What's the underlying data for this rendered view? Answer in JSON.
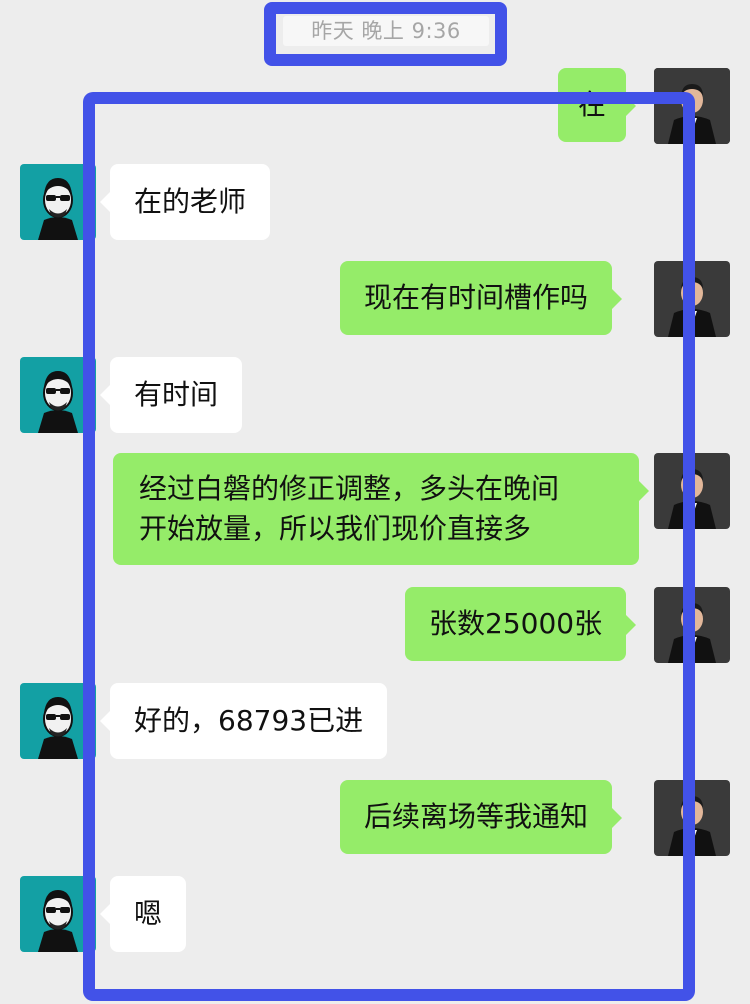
{
  "chat": {
    "timestamp": "昨天 晚上 9:36",
    "messages": [
      {
        "side": "out",
        "text": "在"
      },
      {
        "side": "in",
        "text": "在的老师"
      },
      {
        "side": "out",
        "text": "现在有时间槽作吗"
      },
      {
        "side": "in",
        "text": "有时间"
      },
      {
        "side": "out",
        "lines": [
          "经过白磐的修正调整，多头在晚间",
          "开始放量，所以我们现价直接多"
        ]
      },
      {
        "side": "out",
        "text": "张数25000张"
      },
      {
        "side": "in",
        "text": "好的，68793已进"
      },
      {
        "side": "out",
        "text": "后续离场等我通知"
      },
      {
        "side": "in",
        "text": "嗯"
      }
    ]
  },
  "colors": {
    "background": "#ededed",
    "incoming_bubble": "#ffffff",
    "outgoing_bubble": "#95ec69",
    "highlight_frame": "#4252e8",
    "avatar_teal": "#13a0a4"
  },
  "icons": {
    "incoming_avatar": "man-with-sunglasses-avatar",
    "outgoing_avatar": "man-in-suit-avatar"
  }
}
